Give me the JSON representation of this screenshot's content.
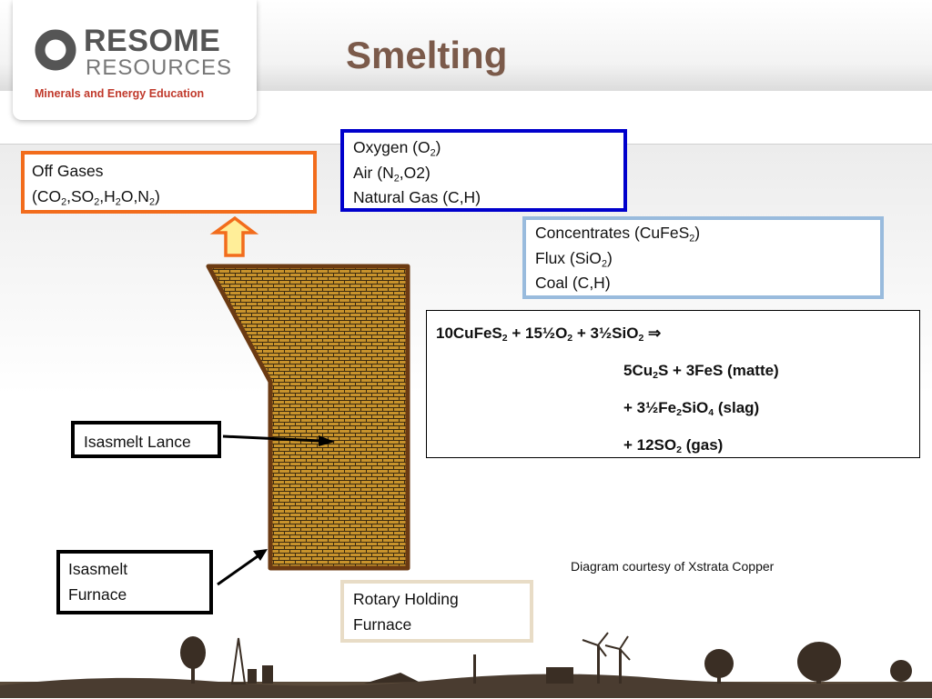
{
  "logo": {
    "title": "RESOME",
    "subtitle": "RESOURCES",
    "tagline": "Minerals and Energy Education"
  },
  "title": "Smelting",
  "off_gases": {
    "line1": "Off Gases",
    "line2": [
      {
        "t": "(CO"
      },
      {
        "s": "2"
      },
      {
        "t": ",SO"
      },
      {
        "s": "2"
      },
      {
        "t": ",H"
      },
      {
        "s": "2"
      },
      {
        "t": "O,N"
      },
      {
        "s": "2"
      },
      {
        "t": ")"
      }
    ]
  },
  "inputs_gas": [
    [
      {
        "t": "Oxygen (O"
      },
      {
        "s": "2"
      },
      {
        "t": ")"
      }
    ],
    [
      {
        "t": "Air (N"
      },
      {
        "s": "2"
      },
      {
        "t": ",O2)"
      }
    ],
    [
      {
        "t": "Natural Gas (C,H)"
      }
    ]
  ],
  "inputs_solid": [
    [
      {
        "t": "Concentrates (CuFeS"
      },
      {
        "s": "2"
      },
      {
        "t": ")"
      }
    ],
    [
      {
        "t": "Flux (SiO"
      },
      {
        "s": "2"
      },
      {
        "t": ")"
      }
    ],
    [
      {
        "t": "Coal (C,H)"
      }
    ]
  ],
  "equation": [
    [
      {
        "t": "10CuFeS"
      },
      {
        "s": "2"
      },
      {
        "t": " + 15½O"
      },
      {
        "s": "2"
      },
      {
        "t": " + 3½SiO"
      },
      {
        "s": "2"
      },
      {
        "t": " ⇒"
      }
    ],
    [
      {
        "t": "5Cu"
      },
      {
        "s": "2"
      },
      {
        "t": "S + 3FeS  (matte)"
      }
    ],
    [
      {
        "t": "+ 3½Fe"
      },
      {
        "s": "2"
      },
      {
        "t": "SiO"
      },
      {
        "s": "4"
      },
      {
        "t": " (slag)"
      }
    ],
    [
      {
        "t": "+ 12SO"
      },
      {
        "s": "2"
      },
      {
        "t": " (gas)"
      }
    ]
  ],
  "lance_label": "Isasmelt Lance",
  "furnace_label": [
    "Isasmelt",
    "Furnace"
  ],
  "rotary_label": [
    "Rotary Holding",
    "Furnace"
  ],
  "credit": "Diagram courtesy of Xstrata Copper",
  "colors": {
    "accent_title": "#7b5a4a",
    "off_gases_border": "#f26c1c",
    "gas_inputs_border": "#0000cc",
    "solid_inputs_border": "#99bbdd",
    "rotary_border": "#e8dcc6",
    "furnace_fill": "#c8932c",
    "furnace_outline": "#6b3a12",
    "arrow_fill": "#ffee99",
    "arrow_outline": "#f26c1c"
  },
  "icons": {
    "logo_mark": "o-ring-logo-icon",
    "up_arrow": "up-arrow-icon",
    "furnace": "brick-furnace-icon",
    "pointer_arrows": "pointer-arrow-icon"
  }
}
